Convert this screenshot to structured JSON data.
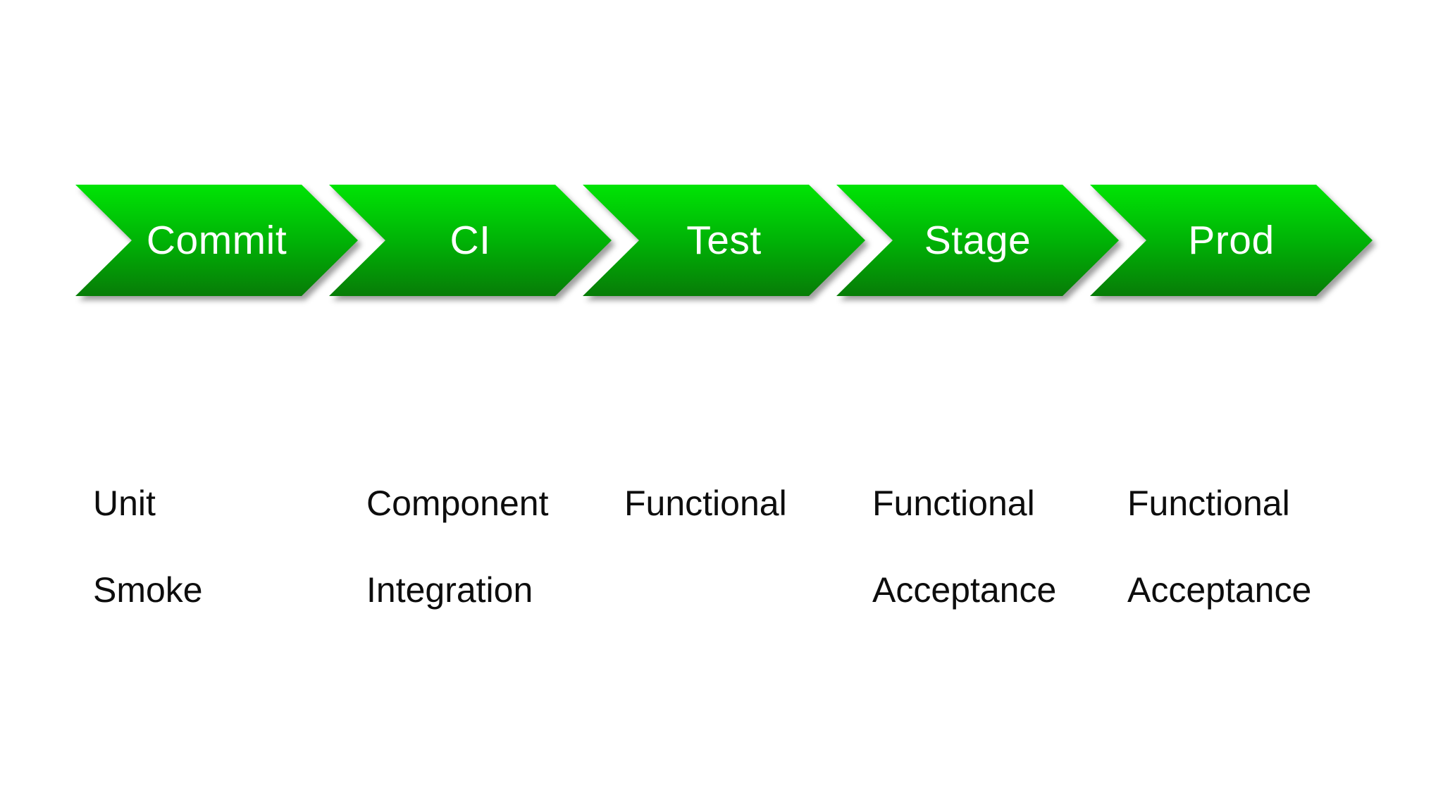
{
  "diagram": {
    "kind": "deployment-pipeline",
    "stages": [
      {
        "label": "Commit",
        "tests": [
          "Unit",
          "Smoke"
        ]
      },
      {
        "label": "CI",
        "tests": [
          "Component",
          "Integration"
        ]
      },
      {
        "label": "Test",
        "tests": [
          "Functional"
        ]
      },
      {
        "label": "Stage",
        "tests": [
          "Functional",
          "Acceptance"
        ]
      },
      {
        "label": "Prod",
        "tests": [
          "Functional",
          "Acceptance"
        ]
      }
    ],
    "colors": {
      "background": "#ffffff",
      "arrow_gradient_top": "#00e405",
      "arrow_gradient_mid": "#00b306",
      "arrow_gradient_bottom": "#077c07",
      "arrow_text": "#ffffff",
      "test_text": "#0d0d0d",
      "shadow": "rgba(0,0,0,0.38)"
    }
  }
}
